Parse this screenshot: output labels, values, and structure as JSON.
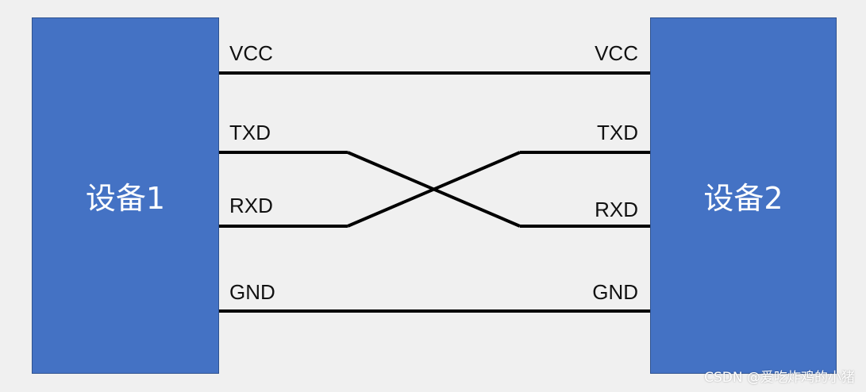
{
  "devices": {
    "left_label": "设备1",
    "right_label": "设备2"
  },
  "pins": {
    "left": {
      "vcc": "VCC",
      "txd": "TXD",
      "rxd": "RXD",
      "gnd": "GND"
    },
    "right": {
      "vcc": "VCC",
      "txd": "TXD",
      "rxd": "RXD",
      "gnd": "GND"
    }
  },
  "watermark": "CSDN @爱吃炸鸡的小猪",
  "colors": {
    "device_fill": "#4472c4",
    "background": "#f0f0f0",
    "wire": "#000000"
  }
}
